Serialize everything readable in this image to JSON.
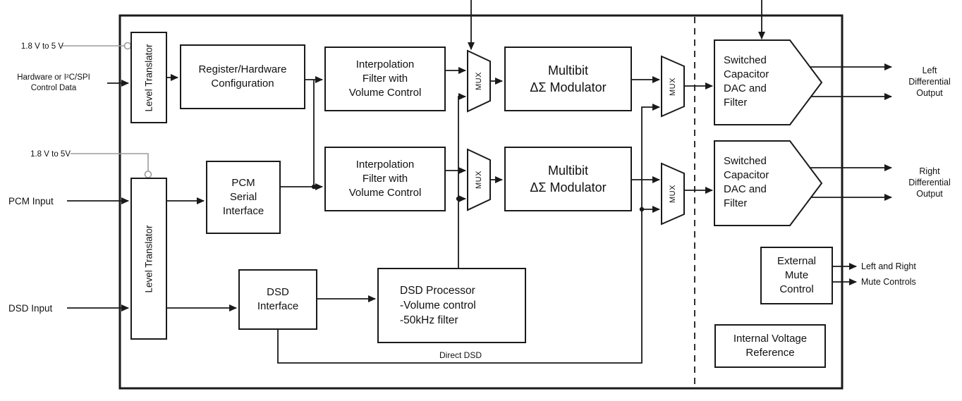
{
  "colors": {
    "line": "#1a1a1a",
    "supply_line": "#9c9c9c",
    "background": "#ffffff",
    "box_border": "#1a1a1a"
  },
  "blocks": {
    "level_translator_1": {
      "label": "Level Translator"
    },
    "level_translator_2": {
      "label": "Level Translator"
    },
    "register_config": {
      "label": [
        "Register/Hardware",
        "Configuration"
      ]
    },
    "interp_filter_1": {
      "label": [
        "Interpolation",
        "Filter with",
        "Volume Control"
      ]
    },
    "interp_filter_2": {
      "label": [
        "Interpolation",
        "Filter with",
        "Volume Control"
      ]
    },
    "modulator_1": {
      "label": [
        "Multibit",
        "ΔΣ Modulator"
      ]
    },
    "modulator_2": {
      "label": [
        "Multibit",
        "ΔΣ Modulator"
      ]
    },
    "mux_1": {
      "label": "MUX"
    },
    "mux_2": {
      "label": "MUX"
    },
    "mux_3": {
      "label": "MUX"
    },
    "mux_4": {
      "label": "MUX"
    },
    "dac_1": {
      "label": [
        "Switched",
        "Capacitor",
        "DAC and",
        "Filter"
      ]
    },
    "dac_2": {
      "label": [
        "Switched",
        "Capacitor",
        "DAC and",
        "Filter"
      ]
    },
    "pcm_serial_interface": {
      "label": [
        "PCM",
        "Serial",
        "Interface"
      ]
    },
    "dsd_interface": {
      "label": [
        "DSD",
        "Interface"
      ]
    },
    "dsd_processor": {
      "label": [
        "DSD Processor",
        "-Volume control",
        "-50kHz filter"
      ]
    },
    "external_mute": {
      "label": [
        "External",
        "Mute",
        "Control"
      ]
    },
    "voltage_reference": {
      "label": [
        "Internal Voltage",
        "Reference"
      ]
    }
  },
  "labels": {
    "supply_top": "1.8 V to 5 V",
    "supply_mid": "1.8 V to 5V",
    "control_data": [
      "Hardware or I²C/SPI",
      "Control Data"
    ],
    "pcm_input": "PCM Input",
    "dsd_input": "DSD Input",
    "left_output": [
      "Left",
      "Differential",
      "Output"
    ],
    "right_output": [
      "Right",
      "Differential",
      "Output"
    ],
    "mute_output": [
      "Left and Right",
      "Mute Controls"
    ],
    "direct_dsd": "Direct DSD"
  }
}
